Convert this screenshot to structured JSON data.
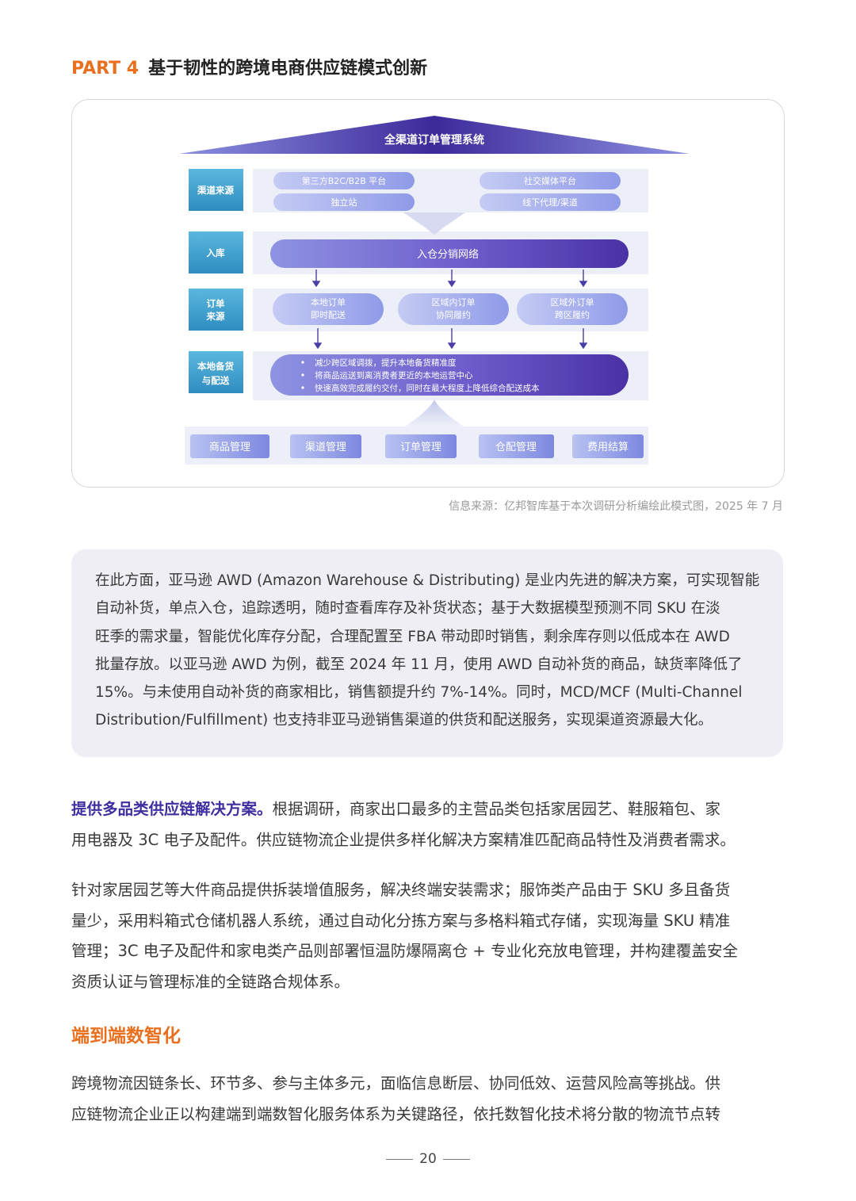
{
  "header": {
    "part_label": "PART 4",
    "title": "基于韧性的跨境电商供应链模式创新"
  },
  "diagram": {
    "top_label": "全渠道订单管理系统",
    "rows": [
      {
        "label_lines": [
          "渠道来源"
        ]
      },
      {
        "label_lines": [
          "入库"
        ]
      },
      {
        "label_lines": [
          "订单",
          "来源"
        ]
      },
      {
        "label_lines": [
          "本地备货",
          "与配送"
        ]
      }
    ],
    "channel_pills": [
      "第三方B2C/B2B 平台",
      "社交媒体平台",
      "独立站",
      "线下代理/渠道"
    ],
    "warehouse_bar": "入仓分销网络",
    "order_pills": [
      {
        "line1": "本地订单",
        "line2": "即时配送"
      },
      {
        "line1": "区域内订单",
        "line2": "协同履约"
      },
      {
        "line1": "区域外订单",
        "line2": "跨区履约"
      }
    ],
    "bullets": [
      "减少跨区域调拨，提升本地备货精准度",
      "将商品运送到离消费者更近的本地运营中心",
      "快速高效完成履约交付，同时在最大程度上降低综合配送成本"
    ],
    "modules": [
      "商品管理",
      "渠道管理",
      "订单管理",
      "仓配管理",
      "费用结算"
    ],
    "colors": {
      "accent_orange": "#e8701f",
      "purple_dark": "#4b35a8",
      "purple_light": "#c8cdf2",
      "label_teal": "#3fa0cc"
    }
  },
  "source_note": "信息来源：亿邦智库基于本次调研分析编绘此模式图，2025 年 7 月",
  "callout": {
    "lines": [
      "在此方面，亚马逊 AWD (Amazon Warehouse & Distributing) 是业内先进的解决方案，可实现智能",
      "自动补货，单点入仓，追踪透明，随时查看库存及补货状态；基于大数据模型预测不同 SKU 在淡",
      "旺季的需求量，智能优化库存分配，合理配置至 FBA 带动即时销售，剩余库存则以低成本在 AWD",
      "批量存放。以亚马逊 AWD 为例，截至 2024 年 11 月，使用 AWD 自动补货的商品，缺货率降低了",
      "15%。与未使用自动补货的商家相比，销售额提升约 7%-14%。同时，MCD/MCF (Multi-Channel",
      "Distribution/Fulfillment) 也支持非亚马逊销售渠道的供货和配送服务，实现渠道资源最大化。"
    ]
  },
  "paragraph1": {
    "lead": "提供多品类供应链解决方案。",
    "line1_rest": "根据调研，商家出口最多的主营品类包括家居园艺、鞋服箱包、家",
    "line2": "用电器及 3C 电子及配件。供应链物流企业提供多样化解决方案精准匹配商品特性及消费者需求。"
  },
  "paragraph2": {
    "lines": [
      "针对家居园艺等大件商品提供拆装增值服务，解决终端安装需求；服饰类产品由于 SKU 多且备货",
      "量少，采用料箱式仓储机器人系统，通过自动化分拣方案与多格料箱式存储，实现海量 SKU 精准",
      "管理；3C 电子及配件和家电类产品则部署恒温防爆隔离仓 + 专业化充放电管理，并构建覆盖安全",
      "资质认证与管理标准的全链路合规体系。"
    ]
  },
  "section": {
    "heading": "端到端数智化"
  },
  "paragraph3": {
    "lines": [
      "跨境物流因链条长、环节多、参与主体多元，面临信息断层、协同低效、运营风险高等挑战。供",
      "应链物流企业正以构建端到端数智化服务体系为关键路径，依托数智化技术将分散的物流节点转"
    ]
  },
  "footer": {
    "page_number": "20"
  }
}
